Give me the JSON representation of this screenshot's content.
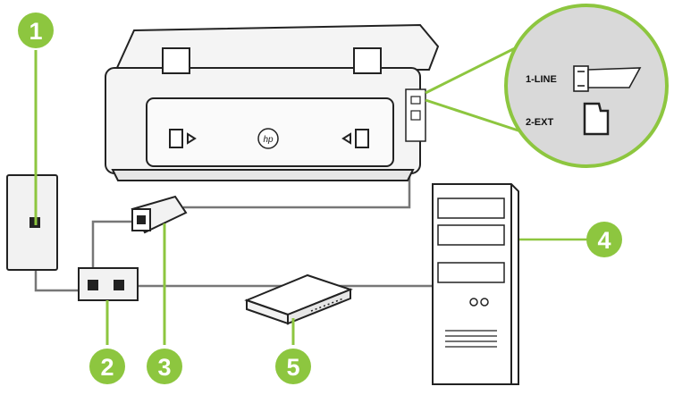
{
  "diagram": {
    "callouts": [
      {
        "id": 1,
        "text": "1"
      },
      {
        "id": 2,
        "text": "2"
      },
      {
        "id": 3,
        "text": "3"
      },
      {
        "id": 4,
        "text": "4"
      },
      {
        "id": 5,
        "text": "5"
      }
    ],
    "port_labels": {
      "line": "1-LINE",
      "ext": "2-EXT"
    },
    "brand_mark": "hp",
    "colors": {
      "callout_fill": "#8dc63f",
      "callout_text": "#ffffff",
      "outline": "#222222",
      "device_fill": "#f2f2f2",
      "zoom_ring": "#8dc63f",
      "cable": "#777777"
    }
  }
}
